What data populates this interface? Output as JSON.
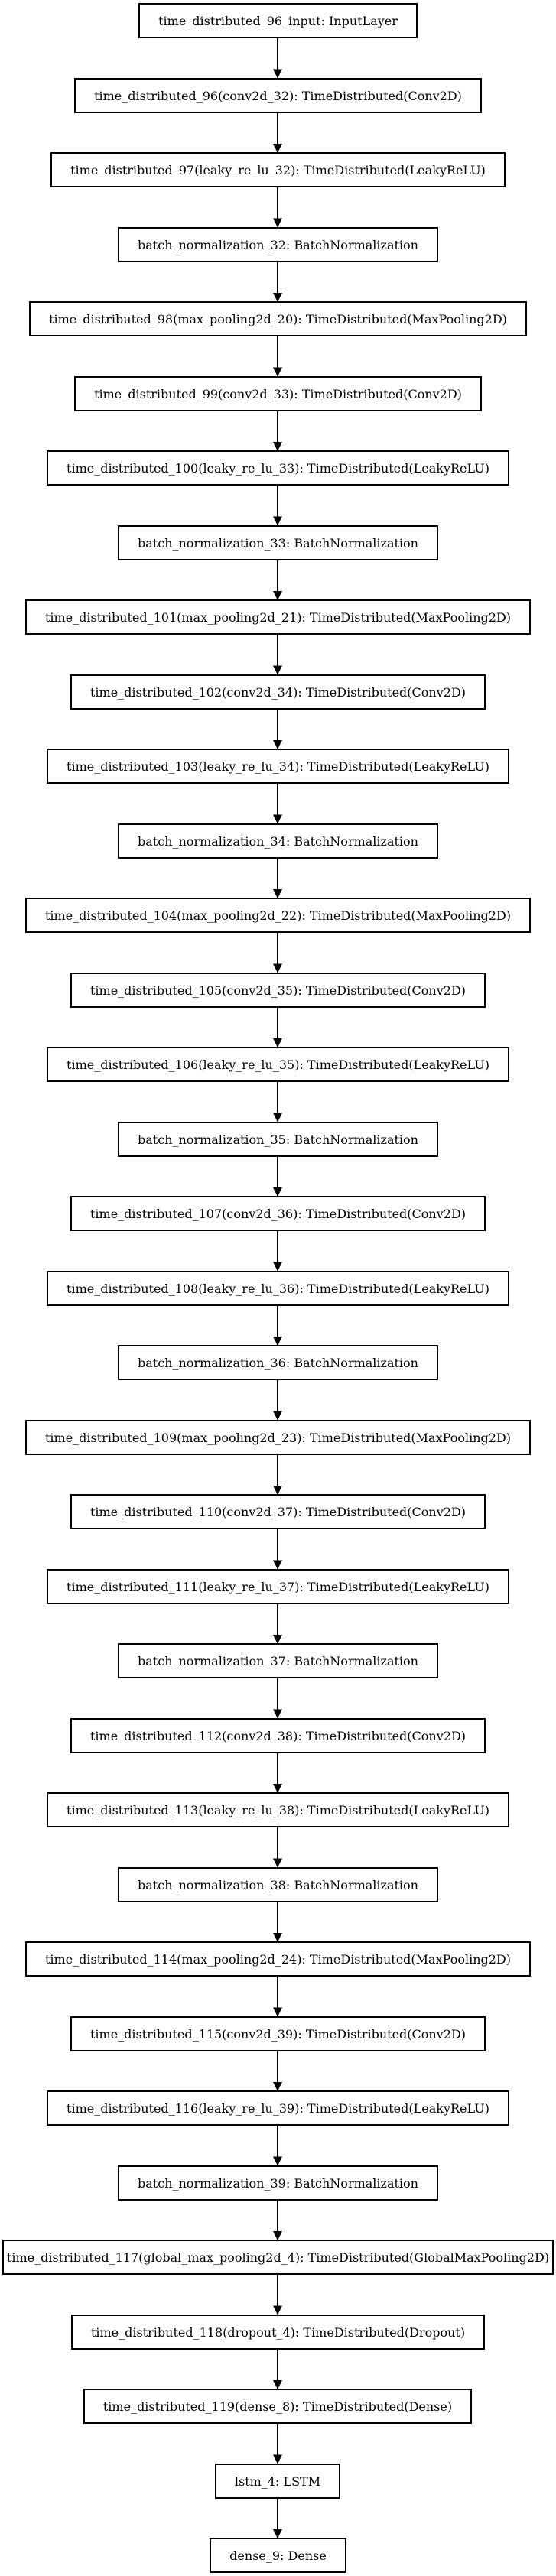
{
  "diagram": {
    "type": "model-graph",
    "nodes": [
      "time_distributed_96_input: InputLayer",
      "time_distributed_96(conv2d_32): TimeDistributed(Conv2D)",
      "time_distributed_97(leaky_re_lu_32): TimeDistributed(LeakyReLU)",
      "batch_normalization_32: BatchNormalization",
      "time_distributed_98(max_pooling2d_20): TimeDistributed(MaxPooling2D)",
      "time_distributed_99(conv2d_33): TimeDistributed(Conv2D)",
      "time_distributed_100(leaky_re_lu_33): TimeDistributed(LeakyReLU)",
      "batch_normalization_33: BatchNormalization",
      "time_distributed_101(max_pooling2d_21): TimeDistributed(MaxPooling2D)",
      "time_distributed_102(conv2d_34): TimeDistributed(Conv2D)",
      "time_distributed_103(leaky_re_lu_34): TimeDistributed(LeakyReLU)",
      "batch_normalization_34: BatchNormalization",
      "time_distributed_104(max_pooling2d_22): TimeDistributed(MaxPooling2D)",
      "time_distributed_105(conv2d_35): TimeDistributed(Conv2D)",
      "time_distributed_106(leaky_re_lu_35): TimeDistributed(LeakyReLU)",
      "batch_normalization_35: BatchNormalization",
      "time_distributed_107(conv2d_36): TimeDistributed(Conv2D)",
      "time_distributed_108(leaky_re_lu_36): TimeDistributed(LeakyReLU)",
      "batch_normalization_36: BatchNormalization",
      "time_distributed_109(max_pooling2d_23): TimeDistributed(MaxPooling2D)",
      "time_distributed_110(conv2d_37): TimeDistributed(Conv2D)",
      "time_distributed_111(leaky_re_lu_37): TimeDistributed(LeakyReLU)",
      "batch_normalization_37: BatchNormalization",
      "time_distributed_112(conv2d_38): TimeDistributed(Conv2D)",
      "time_distributed_113(leaky_re_lu_38): TimeDistributed(LeakyReLU)",
      "batch_normalization_38: BatchNormalization",
      "time_distributed_114(max_pooling2d_24): TimeDistributed(MaxPooling2D)",
      "time_distributed_115(conv2d_39): TimeDistributed(Conv2D)",
      "time_distributed_116(leaky_re_lu_39): TimeDistributed(LeakyReLU)",
      "batch_normalization_39: BatchNormalization",
      "time_distributed_117(global_max_pooling2d_4): TimeDistributed(GlobalMaxPooling2D)",
      "time_distributed_118(dropout_4): TimeDistributed(Dropout)",
      "time_distributed_119(dense_8): TimeDistributed(Dense)",
      "lstm_4: LSTM",
      "dense_9: Dense"
    ],
    "colors": {
      "stroke": "#000000",
      "background": "#ffffff",
      "text": "#000000"
    }
  }
}
